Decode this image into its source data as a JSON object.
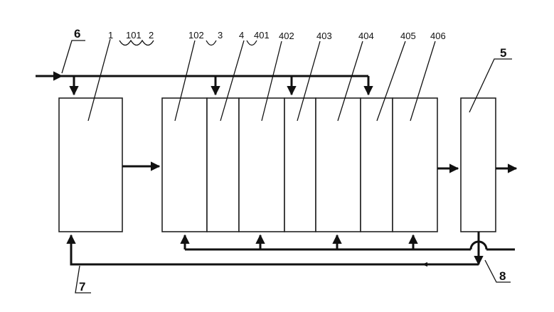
{
  "labels": {
    "six": "6",
    "one": "1",
    "one_zero_one": "101",
    "two": "2",
    "one_zero_two": "102",
    "three": "3",
    "four": "4",
    "four_zero_one": "401",
    "four_zero_two": "402",
    "four_zero_three": "403",
    "four_zero_four": "404",
    "four_zero_five": "405",
    "four_zero_six": "406",
    "five": "5",
    "seven": "7",
    "eight": "8"
  },
  "colors": {
    "line": "#111111",
    "box_fill": "#ffffff"
  }
}
